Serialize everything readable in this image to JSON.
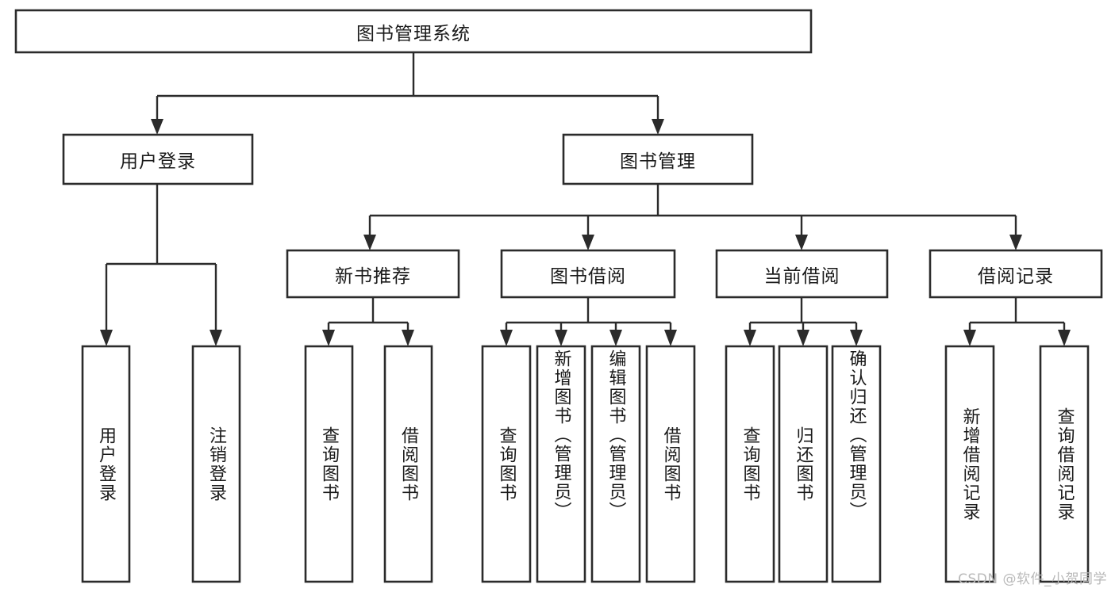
{
  "diagram": {
    "type": "tree",
    "title": "图书管理系统",
    "root": {
      "label": "图书管理系统"
    },
    "level2": [
      {
        "label": "用户登录"
      },
      {
        "label": "图书管理"
      }
    ],
    "level3": [
      {
        "label": "新书推荐"
      },
      {
        "label": "图书借阅"
      },
      {
        "label": "当前借阅"
      },
      {
        "label": "借阅记录"
      }
    ],
    "leaves_user_login": [
      {
        "label": "用户登录"
      },
      {
        "label": "注销登录"
      }
    ],
    "leaves_new_book": [
      {
        "label": "查询图书"
      },
      {
        "label": "借阅图书"
      }
    ],
    "leaves_book_borrow": [
      {
        "label": "查询图书"
      },
      {
        "label": "新增图书（管理员）"
      },
      {
        "label": "编辑图书（管理员）"
      },
      {
        "label": "借阅图书"
      }
    ],
    "leaves_current_borrow": [
      {
        "label": "查询图书"
      },
      {
        "label": "归还图书"
      },
      {
        "label": "确认归还（管理员）"
      }
    ],
    "leaves_borrow_record": [
      {
        "label": "新增借阅记录"
      },
      {
        "label": "查询借阅记录"
      }
    ],
    "colors": {
      "stroke": "#2b2b2b",
      "fill": "#ffffff",
      "text": "#1a1a1a",
      "watermark": "#b9b9b9",
      "background": "#ffffff"
    }
  },
  "watermark": {
    "text": "CSDN @软件_小贺同学"
  }
}
